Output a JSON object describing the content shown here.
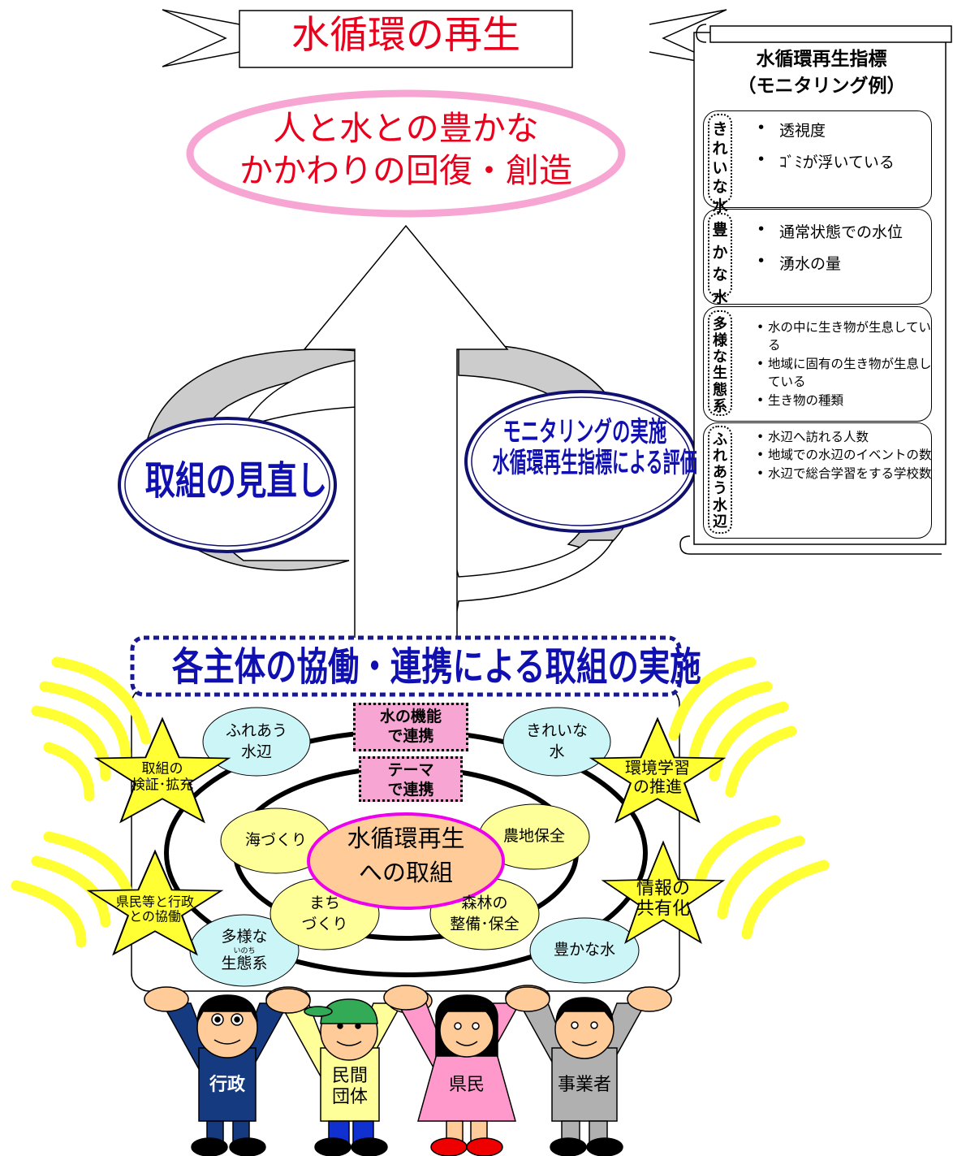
{
  "banner": {
    "title": "水循環の再生"
  },
  "goal": {
    "line1": "人と水との豊かな",
    "line2": "かかわりの回復・創造"
  },
  "cycle": {
    "review": "取組の見直し",
    "monitor_line1": "モニタリングの実施",
    "monitor_line2": "水循環再生指標による評価"
  },
  "collab": {
    "title": "各主体の協働・連携による取組の実施"
  },
  "tags": {
    "function": {
      "line1": "水の機能",
      "line2": "で連携"
    },
    "theme": {
      "line1": "テーマ",
      "line2": "で連携"
    }
  },
  "center": {
    "line1": "水循環再生",
    "line2": "への取組"
  },
  "outer_bubbles": {
    "fureau": {
      "line1": "ふれあう",
      "line2": "水辺"
    },
    "kirei": {
      "line1": "きれいな",
      "line2": "水"
    },
    "tayou": {
      "line1": "多様な",
      "ruby": "いのち",
      "line2": "生態系"
    },
    "yutaka": {
      "line1": "豊かな水"
    }
  },
  "inner_bubbles": {
    "umi": {
      "line1": "海づくり"
    },
    "nouchi": {
      "line1": "農地保全"
    },
    "machi": {
      "line1": "まち",
      "line2": "づくり"
    },
    "shinrin": {
      "line1": "森林の",
      "line2": "整備･保全"
    }
  },
  "stars": {
    "verify": {
      "line1": "取組の",
      "line2": "検証･拡充"
    },
    "citizen": {
      "line1": "県民等と行政",
      "line2": "との協働"
    },
    "education": {
      "line1": "環境学習",
      "line2": "の推進"
    },
    "info": {
      "line1": "情報の",
      "line2": "共有化"
    }
  },
  "people": {
    "gyousei": {
      "line1": "行政"
    },
    "minkan": {
      "line1": "民間",
      "line2": "団体"
    },
    "kenmin": {
      "line1": "県民"
    },
    "jigyousha": {
      "line1": "事業者"
    }
  },
  "indicators": {
    "title_line1": "水循環再生指標",
    "title_line2": "（モニタリング例）",
    "sections": [
      {
        "label": [
          "き",
          "れ",
          "い",
          "な",
          "水"
        ],
        "items": [
          "透視度",
          "ｺﾞﾐが浮いている"
        ]
      },
      {
        "label": [
          "豊",
          "か",
          "な",
          "水"
        ],
        "items": [
          "通常状態での水位",
          "湧水の量"
        ]
      },
      {
        "label": [
          "多",
          "様",
          "な",
          "生",
          "態",
          "系"
        ],
        "items": [
          "水の中に生き物が生息している",
          "地域に固有の生き物が生息している",
          "生き物の種類"
        ]
      },
      {
        "label": [
          "ふ",
          "れ",
          "あ",
          "う",
          "水",
          "辺"
        ],
        "items": [
          "水辺へ訪れる人数",
          "地域での水辺のイベントの数",
          "水辺で総合学習をする学校数"
        ]
      }
    ]
  },
  "colors": {
    "red": "#e8001c",
    "navy": "#1010b0",
    "pink": "#f7a6d4",
    "yellow": "#ffff33",
    "cyan": "#ccf5f7",
    "paleyellow": "#ffff99",
    "peach": "#ffcc99",
    "magenta": "#ee00ee"
  }
}
